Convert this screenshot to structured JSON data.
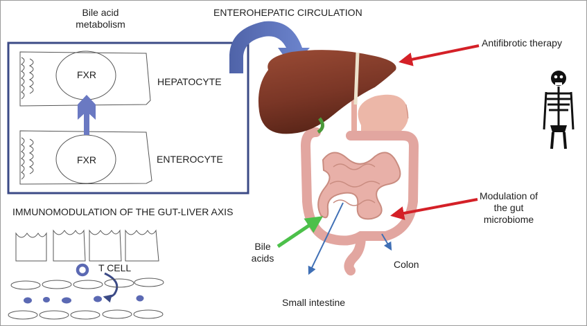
{
  "labels": {
    "bile_acid_metabolism_1": "Bile acid",
    "bile_acid_metabolism_2": "metabolism",
    "enterohepatic": "ENTEROHEPATIC CIRCULATION",
    "fxr_top": "FXR",
    "fxr_bottom": "FXR",
    "hepatocyte": "HEPATOCYTE",
    "enterocyte": "ENTEROCYTE",
    "immunomodulation": "IMMUNOMODULATION OF THE GUT-LIVER AXIS",
    "t_cell": "T CELL",
    "antifibrotic": "Antifibrotic therapy",
    "modulation_1": "Modulation of",
    "modulation_2": "the gut",
    "modulation_3": "microbiome",
    "bile_acids_1": "Bile",
    "bile_acids_2": "acids",
    "colon": "Colon",
    "small_intestine": "Small intestine"
  },
  "colors": {
    "frame": "#3b4a86",
    "fxr_arrow": "#6a79c2",
    "liver": "#7b3a2a",
    "intestine": "#e2a6a0",
    "red_arrow": "#d42027",
    "green_arrow": "#4cc04a",
    "blue_line": "#3f6fb5"
  },
  "icons": [
    "skeleton-icon"
  ]
}
